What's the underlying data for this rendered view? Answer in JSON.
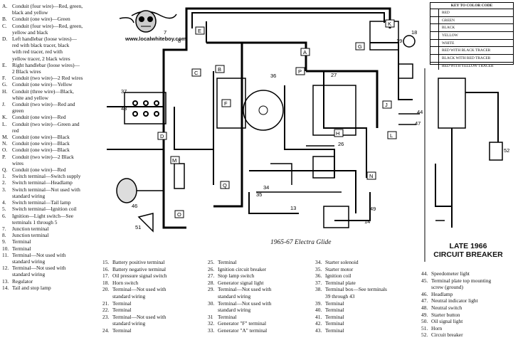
{
  "watermark": "www.localwhiteboy.com",
  "diagram_title": "1965-67 Electra Glide",
  "inset": {
    "line1": "LATE 1966",
    "line2": "CIRCUIT BREAKER"
  },
  "color_key": {
    "title": "KEY TO COLOR CODE",
    "rows": [
      {
        "label": "RED"
      },
      {
        "label": "GREEN"
      },
      {
        "label": "BLACK"
      },
      {
        "label": "YELLOW"
      },
      {
        "label": "WHITE"
      },
      {
        "label": "RED WITH BLACK TRACER"
      },
      {
        "label": "BLACK WITH RED TRACER"
      },
      {
        "label": "RED WITH YELLOW TRACER"
      }
    ]
  },
  "legend_left": [
    {
      "k": "A.",
      "t": "Conduit (four wire)—Red, green,\nblack and yellow"
    },
    {
      "k": "B.",
      "t": "Conduit (one wire)—Green"
    },
    {
      "k": "C.",
      "t": "Conduit (four wire)—Red, green,\nyellow and black"
    },
    {
      "k": "D.",
      "t": "Left handlebar (loose wires)—\nred with black tracer, black\nwith red tracer, red with\nyellow tracer, 2 black wires"
    },
    {
      "k": "E.",
      "t": "Right handlebar (loose wires)—\n2 Black wires"
    },
    {
      "k": "F.",
      "t": "Conduit (two wire)—2 Red wires"
    },
    {
      "k": "G.",
      "t": "Conduit (one wire)—Yellow"
    },
    {
      "k": "H.",
      "t": "Conduit (three wire)—Black,\nwhite and yellow"
    },
    {
      "k": "J.",
      "t": "Conduit (two wire)—Red and\ngreen"
    },
    {
      "k": "K.",
      "t": "Conduit (one wire)—Red"
    },
    {
      "k": "L.",
      "t": "Conduit (two wire)—Green and\nred"
    },
    {
      "k": "M.",
      "t": "Conduit (one wire)—Black"
    },
    {
      "k": "N.",
      "t": "Conduit (one wire)—Black"
    },
    {
      "k": "O.",
      "t": "Conduit (one wire)—Black"
    },
    {
      "k": "P.",
      "t": "Conduit (two wire)—2 Black\nwires"
    },
    {
      "k": "Q.",
      "t": "Conduit (one wire)—Red"
    },
    {
      "k": "1.",
      "t": "Switch terminal—Switch supply"
    },
    {
      "k": "2.",
      "t": "Switch terminal—Headlamp"
    },
    {
      "k": "3.",
      "t": "Switch terminal—Not used with\nstandard wiring"
    },
    {
      "k": "4.",
      "t": "Switch terminal—Tail lamp"
    },
    {
      "k": "5.",
      "t": "Switch terminal—Ignition coil"
    },
    {
      "k": "6.",
      "t": "Ignition—Light switch—See\nterminals 1 through 5"
    },
    {
      "k": "7.",
      "t": "Junction terminal"
    },
    {
      "k": "8.",
      "t": "Junction terminal"
    },
    {
      "k": "9.",
      "t": "Terminal"
    },
    {
      "k": "10.",
      "t": "Terminal"
    },
    {
      "k": "11.",
      "t": "Terminal—Not used with\nstandard wiring"
    },
    {
      "k": "12.",
      "t": "Terminal—Not used with\nstandard wiring"
    },
    {
      "k": "13.",
      "t": "Regulator"
    },
    {
      "k": "14.",
      "t": "Tail and stop lamp"
    }
  ],
  "col2": [
    {
      "k": "15.",
      "t": "Battery positive terminal"
    },
    {
      "k": "16.",
      "t": "Battery negative terminal"
    },
    {
      "k": "17.",
      "t": "Oil pressure signal switch"
    },
    {
      "k": "18.",
      "t": "Horn switch"
    },
    {
      "k": "20.",
      "t": "Terminal—Not used with\nstandard wiring"
    },
    {
      "k": "21.",
      "t": "Terminal"
    },
    {
      "k": "22.",
      "t": "Terminal"
    },
    {
      "k": "23.",
      "t": "Terminal—Not used with\nstandard wiring"
    },
    {
      "k": "24.",
      "t": "Terminal"
    }
  ],
  "col3": [
    {
      "k": "25.",
      "t": "Terminal"
    },
    {
      "k": "26.",
      "t": "Ignition circuit breaker"
    },
    {
      "k": "27.",
      "t": "Stop lamp switch"
    },
    {
      "k": "28.",
      "t": "Generator signal light"
    },
    {
      "k": "29.",
      "t": "Terminal—Not used with\nstandard wiring"
    },
    {
      "k": "30.",
      "t": "Terminal—Not used with\nstandard wiring"
    },
    {
      "k": "31",
      "t": "Terminal"
    },
    {
      "k": "32.",
      "t": "Generator \"F\" terminal"
    },
    {
      "k": "33.",
      "t": "Generator \"A\" terminal"
    }
  ],
  "col4": [
    {
      "k": "34.",
      "t": "Starter solenoid"
    },
    {
      "k": "35.",
      "t": "Starter motor"
    },
    {
      "k": "36.",
      "t": "Ignition coil"
    },
    {
      "k": "37.",
      "t": "Terminal plate"
    },
    {
      "k": "38.",
      "t": "Terminal box—See terminals\n39 through 43"
    },
    {
      "k": "39.",
      "t": "Terminal"
    },
    {
      "k": "40.",
      "t": "Terminal"
    },
    {
      "k": "41.",
      "t": "Terminal"
    },
    {
      "k": "42.",
      "t": "Terminal"
    },
    {
      "k": "43.",
      "t": "Terminal"
    }
  ],
  "col5": [
    {
      "k": "44.",
      "t": "Speedometer light"
    },
    {
      "k": "45.",
      "t": "Terminal plate top mounting\nscrew (ground)"
    },
    {
      "k": "46.",
      "t": "Headlamp"
    },
    {
      "k": "47.",
      "t": "Neutral indicator light"
    },
    {
      "k": "48.",
      "t": "Neutral switch"
    },
    {
      "k": "49.",
      "t": "Starter button"
    },
    {
      "k": "50.",
      "t": "Oil signal light"
    },
    {
      "k": "51.",
      "t": "Horn"
    },
    {
      "k": "52.",
      "t": "Circuit breaker"
    }
  ],
  "diagram_labels": {
    "A": "A",
    "B": "B",
    "C": "C",
    "D": "D",
    "E": "E",
    "F": "F",
    "G": "G",
    "H": "H",
    "J": "J",
    "K": "K",
    "L": "L",
    "M": "M",
    "N": "N",
    "O": "O",
    "P": "P",
    "Q": "Q",
    "n7": "7",
    "n8": "8",
    "n13": "13",
    "n14": "14",
    "n18": "18",
    "n19": "19",
    "n26": "26",
    "n27": "27",
    "n34": "34",
    "n35": "35",
    "n36": "36",
    "n37": "37",
    "n43": "43",
    "n44": "44",
    "n46": "46",
    "n47": "47",
    "n49": "49",
    "n51": "51",
    "n52": "52"
  }
}
